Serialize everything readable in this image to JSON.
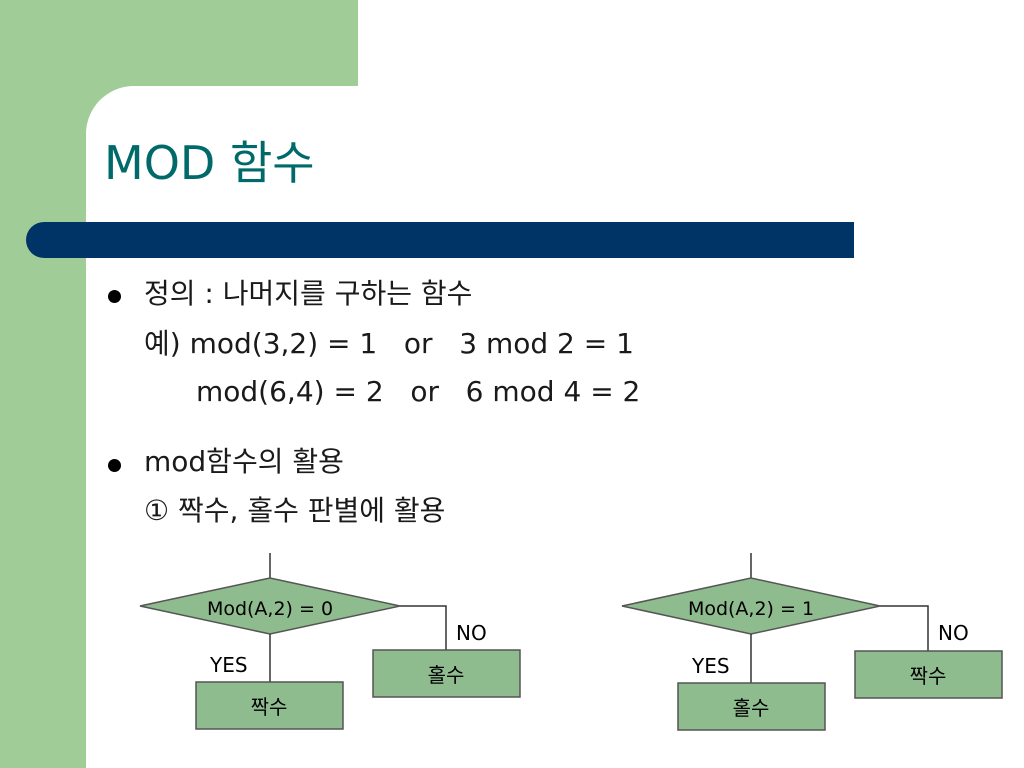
{
  "slide": {
    "title": "MOD 함수",
    "bullets": [
      {
        "text": "정의 : 나머지를 구하는 함수",
        "sublines": [
          "예) mod(3,2) = 1   or   3 mod 2 = 1",
          "mod(6,4) = 2   or   6 mod 4 = 2"
        ]
      },
      {
        "text": "mod함수의 활용",
        "sublines": [
          "① 짝수, 홀수 판별에 활용"
        ]
      }
    ]
  },
  "flowcharts": [
    {
      "condition": "Mod(A,2) = 0",
      "yes_label": "YES",
      "no_label": "NO",
      "yes_result": "짝수",
      "no_result": "홀수"
    },
    {
      "condition": "Mod(A,2) = 1",
      "yes_label": "YES",
      "no_label": "NO",
      "yes_result": "홀수",
      "no_result": "짝수"
    }
  ],
  "colors": {
    "side_green": "#a0cd97",
    "title_teal": "#006a6a",
    "bar_navy": "#003366",
    "box_fill": "#8fbc8f"
  }
}
